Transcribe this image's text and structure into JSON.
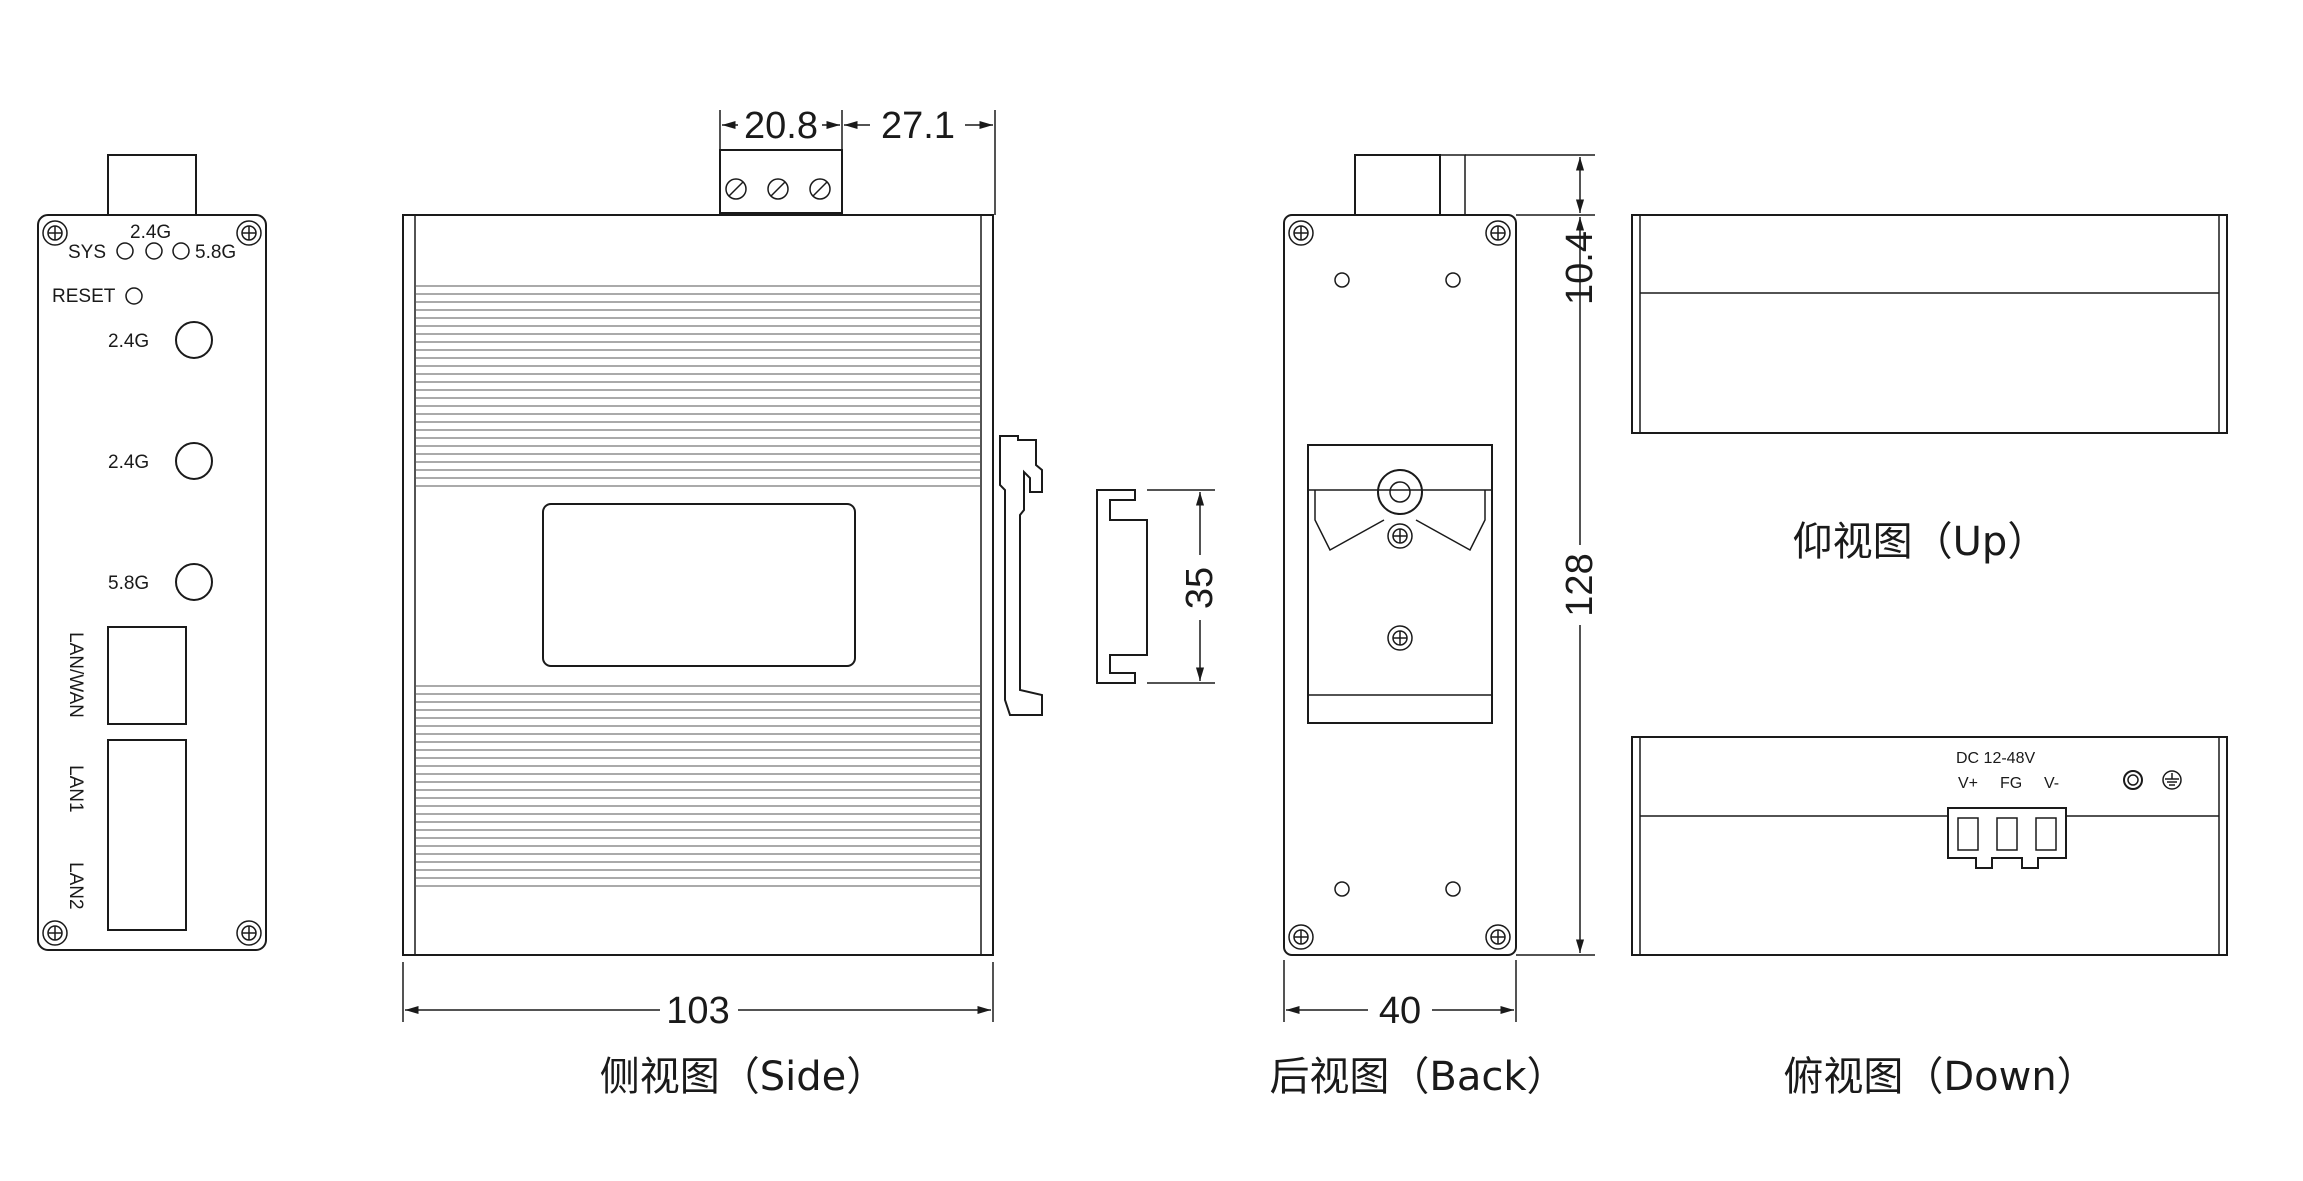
{
  "front_panel": {
    "led_label_24g_top": "2.4G",
    "led_label_sys": "SYS",
    "led_label_58g_top": "5.8G",
    "reset_label": "RESET",
    "antenna_labels": [
      "2.4G",
      "2.4G",
      "5.8G"
    ],
    "port_labels": [
      "LAN/WAN",
      "LAN1",
      "LAN2"
    ]
  },
  "dimensions": {
    "terminal_width": "20.8",
    "terminal_offset": "27.1",
    "depth": "103",
    "din_rail": "35",
    "back_width": "40",
    "top_offset": "10.4",
    "height": "128"
  },
  "bottom_face": {
    "power_label": "DC 12-48V",
    "terminal_labels": [
      "V+",
      "FG",
      "V-"
    ]
  },
  "captions": {
    "side": "侧视图（Side）",
    "back": "后视图（Back）",
    "up": "仰视图（Up）",
    "down": "俯视图（Down）"
  }
}
